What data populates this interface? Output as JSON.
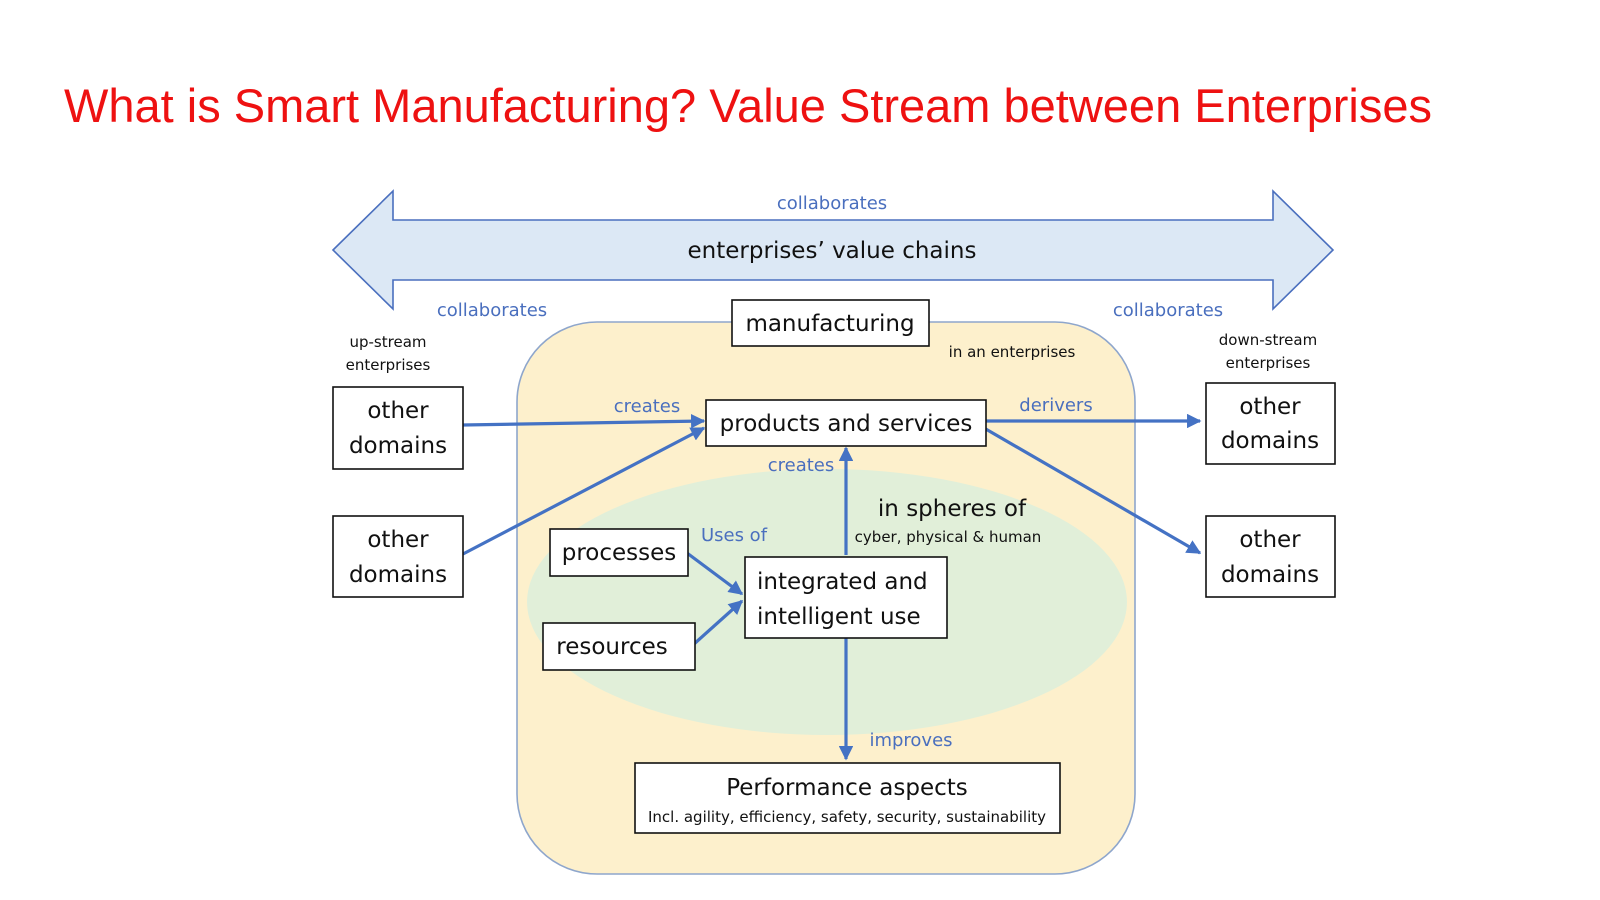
{
  "title": "What is Smart Manufacturing? Value Stream between Enterprises",
  "colors": {
    "title": "#ee1111",
    "arrow": "#4472c4",
    "label": "#4a6fbe",
    "value_chain_fill": "#dce8f5",
    "enterprise_fill": "#fdf0cc",
    "spheres_fill": "#e1efd9"
  },
  "value_chain": {
    "top_label": "collaborates",
    "label": "enterprises’ value chains"
  },
  "collab_left": "collaborates",
  "collab_right": "collaborates",
  "upstream": {
    "line1": "up-stream",
    "line2": "enterprises"
  },
  "downstream": {
    "line1": "down-stream",
    "line2": "enterprises"
  },
  "domains": {
    "up1": {
      "line1": "other",
      "line2": "domains"
    },
    "up2": {
      "line1": "other",
      "line2": "domains"
    },
    "down1": {
      "line1": "other",
      "line2": "domains"
    },
    "down2": {
      "line1": "other",
      "line2": "domains"
    }
  },
  "manufacturing": "manufacturing",
  "in_enterprises": "in an enterprises",
  "products": "products and services",
  "creates_top": "creates",
  "derivers": "derivers",
  "creates_mid": "creates",
  "spheres": {
    "line1": "in spheres of",
    "line2": "cyber, physical & human"
  },
  "uses_of": "Uses of",
  "processes": "processes",
  "resources": "resources",
  "integrated": {
    "line1": "integrated and",
    "line2": "intelligent use"
  },
  "improves": "improves",
  "performance": {
    "line1": "Performance aspects",
    "line2": "Incl. agility, efficiency, safety, security, sustainability"
  }
}
